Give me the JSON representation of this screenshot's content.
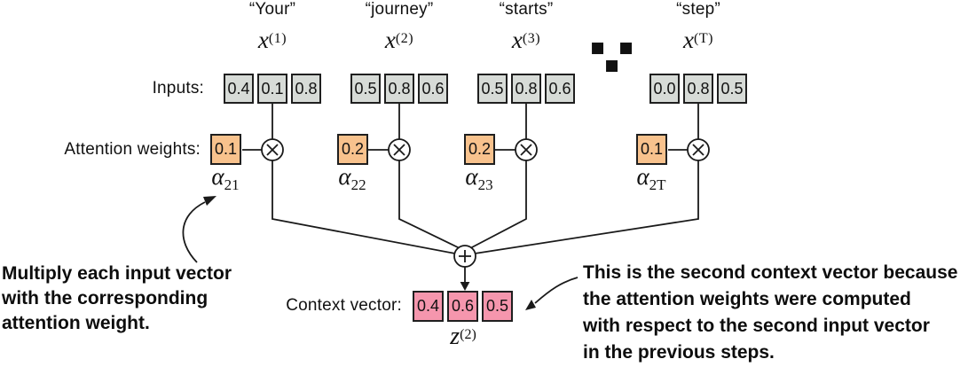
{
  "colors": {
    "input_box": "#d7dbd7",
    "attention_box": "#f8c28d",
    "context_box": "#f596ad",
    "line": "#1a1a1a"
  },
  "labels": {
    "inputs": "Inputs:",
    "attention_weights": "Attention weights:",
    "context_vector": "Context vector:",
    "ellipsis": "■ ■ ■"
  },
  "operators": {
    "multiply": "⊗",
    "sum": "⊕"
  },
  "columns": [
    {
      "word": "“Your”",
      "var_base": "x",
      "var_sup": "(1)",
      "values": [
        "0.4",
        "0.1",
        "0.8"
      ],
      "weight": "0.1",
      "alpha_base": "α",
      "alpha_sub": "21"
    },
    {
      "word": "“journey”",
      "var_base": "x",
      "var_sup": "(2)",
      "values": [
        "0.5",
        "0.8",
        "0.6"
      ],
      "weight": "0.2",
      "alpha_base": "α",
      "alpha_sub": "22"
    },
    {
      "word": "“starts”",
      "var_base": "x",
      "var_sup": "(3)",
      "values": [
        "0.5",
        "0.8",
        "0.6"
      ],
      "weight": "0.2",
      "alpha_base": "α",
      "alpha_sub": "23"
    },
    {
      "word": "“step”",
      "var_base": "x",
      "var_sup": "(T)",
      "values": [
        "0.0",
        "0.8",
        "0.5"
      ],
      "weight": "0.1",
      "alpha_base": "α",
      "alpha_sub": "2T"
    }
  ],
  "context": {
    "var_base": "z",
    "var_sup": "(2)",
    "values": [
      "0.4",
      "0.6",
      "0.5"
    ]
  },
  "annotations": {
    "left_lines": [
      "Multiply each input vector",
      "with the corresponding",
      "attention weight."
    ],
    "right_lines": [
      "This is the second context vector because",
      "the attention weights were computed",
      "with respect to the second input vector",
      "in the previous steps."
    ]
  }
}
